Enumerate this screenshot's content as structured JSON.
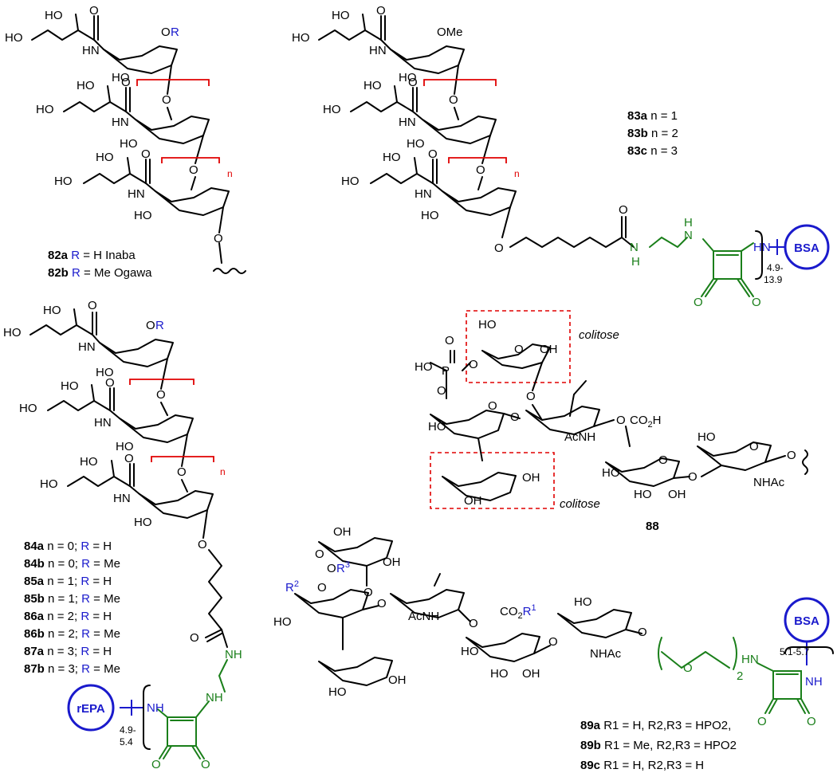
{
  "compound_82": {
    "labels": [
      {
        "id": "82a",
        "text": " = H  Inaba"
      },
      {
        "id": "82b",
        "text": " = Me Ogawa"
      }
    ],
    "r_symbol": "R",
    "n": "n"
  },
  "compound_83": {
    "labels": [
      {
        "id": "83a",
        "text": " n = 1"
      },
      {
        "id": "83b",
        "text": " n = 2"
      },
      {
        "id": "83c",
        "text": " n = 3"
      }
    ],
    "carrier": "BSA",
    "loading": [
      "4.9-",
      "13.9"
    ],
    "ome": "OMe"
  },
  "compound_84_87": {
    "labels": [
      {
        "id": "84a",
        "n": " n = 0;",
        "r": " = H"
      },
      {
        "id": "84b",
        "n": " n = 0;",
        "r": " = Me"
      },
      {
        "id": "85a",
        "n": " n = 1;",
        "r": " = H"
      },
      {
        "id": "85b",
        "n": " n = 1;",
        "r": " = Me"
      },
      {
        "id": "86a",
        "n": " n = 2;",
        "r": " = H"
      },
      {
        "id": "86b",
        "n": " n = 2;",
        "r": " = Me"
      },
      {
        "id": "87a",
        "n": " n = 3;",
        "r": " = H"
      },
      {
        "id": "87b",
        "n": " n = 3;",
        "r": " = Me"
      }
    ],
    "carrier": "rEPA",
    "loading": [
      "4.9-",
      "5.4"
    ]
  },
  "compound_88": {
    "id": "88",
    "sugar_label": "colitose",
    "groups": {
      "ho": "HO",
      "p": "P",
      "o": "O",
      "acnh": "AcNH",
      "nhac": "NHAc",
      "co2h": "CO2H"
    }
  },
  "compound_89": {
    "labels": [
      {
        "id": "89a",
        "text": "R1 = H, R2,R3 = HPO2,"
      },
      {
        "id": "89b",
        "text": "R1 = Me, R2,R3 = HPO2"
      },
      {
        "id": "89c",
        "text": "R1 = H, R2,R3 = H"
      }
    ],
    "carrier": "BSA",
    "loading": "5.1-5.7",
    "peg_subscript": "2"
  },
  "colors": {
    "bracket": "#e00000",
    "linker": "#1a7f1a",
    "carrier": "#1a1acc",
    "r_group": "#1a1acc"
  }
}
